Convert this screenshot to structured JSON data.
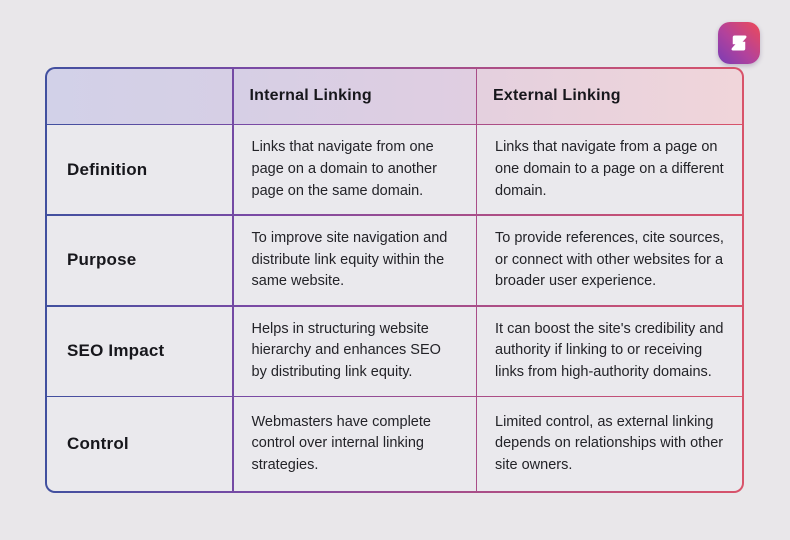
{
  "logo": {
    "name": "s-brand-logo",
    "gradient_from": "#ee4a58",
    "gradient_to": "#7a3cb5",
    "glyph_color": "#ffffff"
  },
  "colors": {
    "page_background": "#e9e7ea",
    "cell_background": "#eae9ed",
    "border_gradient": [
      "#41509f",
      "#7a4aa5",
      "#a94e88",
      "#d8536a"
    ],
    "header_bg_left": "#d2d1e8",
    "header_bg_right": "#f0d5da",
    "text_dark": "#17171c"
  },
  "table": {
    "columns": [
      "",
      "Internal Linking",
      "External Linking"
    ],
    "rows": [
      {
        "label": "Definition",
        "internal": "Links that navigate from one page on a domain to another page on the same domain.",
        "external": "Links that navigate from a page on one domain to a page on a different domain."
      },
      {
        "label": "Purpose",
        "internal": "To improve site navigation and distribute link equity within the same website.",
        "external": "To provide references, cite sources, or connect with other websites for a broader user experience."
      },
      {
        "label": "SEO Impact",
        "internal": "Helps in structuring website hierarchy and enhances SEO by distributing link equity.",
        "external": "It can boost the site's credibility and authority if linking to or receiving links from high-authority domains."
      },
      {
        "label": "Control",
        "internal": "Webmasters have complete control over internal linking strategies.",
        "external": "Limited control, as external linking depends on relationships with other site owners."
      }
    ]
  },
  "chart_data": {
    "type": "table",
    "title": "",
    "columns": [
      "",
      "Internal Linking",
      "External Linking"
    ],
    "rows": [
      [
        "Definition",
        "Links that navigate from one page on a domain to another page on the same domain.",
        "Links that navigate from a page on one domain to a page on a different domain."
      ],
      [
        "Purpose",
        "To improve site navigation and distribute link equity within the same website.",
        "To provide references, cite sources, or connect with other websites for a broader user experience."
      ],
      [
        "SEO Impact",
        "Helps in structuring website hierarchy and enhances SEO by distributing link equity.",
        "It can boost the site's credibility and authority if linking to or receiving links from high-authority domains."
      ],
      [
        "Control",
        "Webmasters have complete control over internal linking strategies.",
        "Limited control, as external linking depends on relationships with other site owners."
      ]
    ]
  }
}
